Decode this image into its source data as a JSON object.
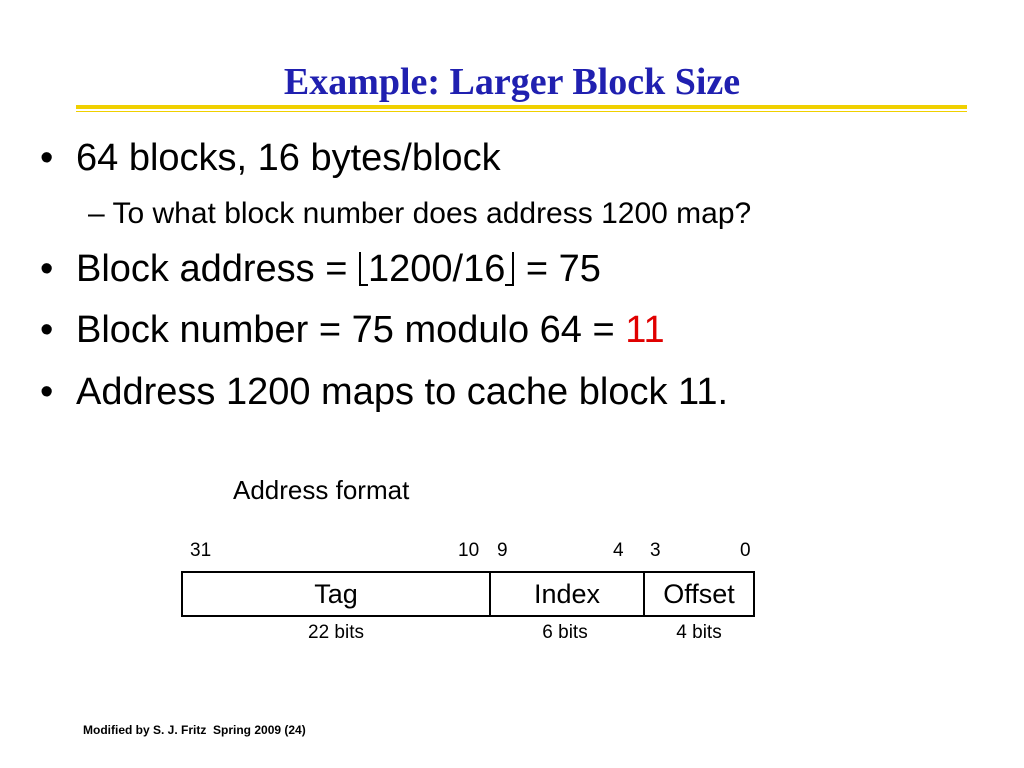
{
  "title": "Example: Larger Block Size",
  "bullets": {
    "b1": "64 blocks, 16 bytes/block",
    "b1_sub": "– To what block number does address 1200 map?",
    "b2_prefix": "Block address = ",
    "b2_expr": "1200/16",
    "b2_suffix": " = 75",
    "b3_prefix": "Block number = 75 modulo 64 = ",
    "b3_answer": "11",
    "b4": "Address 1200 maps to cache block 11.",
    "dot": "•"
  },
  "address_format": {
    "label": "Address format",
    "bit_numbers": [
      "31",
      "10",
      "9",
      "4",
      "3",
      "0"
    ],
    "fields": [
      {
        "name": "Tag",
        "width": "22 bits"
      },
      {
        "name": "Index",
        "width": "6 bits"
      },
      {
        "name": "Offset",
        "width": "4 bits"
      }
    ]
  },
  "footer": "Modified by S. J. Fritz  Spring 2009 (24)",
  "colors": {
    "title": "#2020b0",
    "rule": "#f0d000",
    "answer": "#e00000"
  }
}
